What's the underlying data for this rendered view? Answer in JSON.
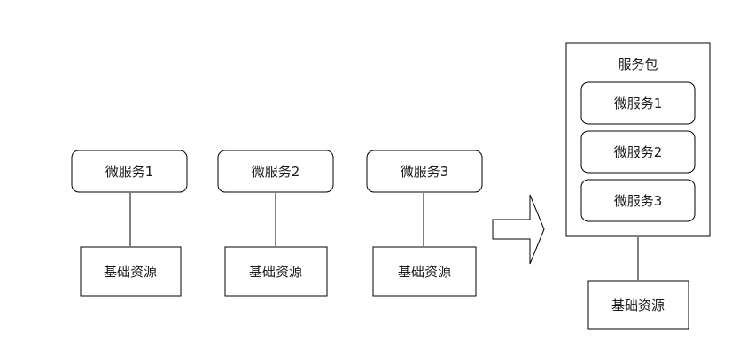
{
  "left_group": [
    {
      "service": "微服务1",
      "resource": "基础资源"
    },
    {
      "service": "微服务2",
      "resource": "基础资源"
    },
    {
      "service": "微服务3",
      "resource": "基础资源"
    }
  ],
  "package": {
    "title": "服务包",
    "services": [
      "微服务1",
      "微服务2",
      "微服务3"
    ],
    "resource": "基础资源"
  }
}
